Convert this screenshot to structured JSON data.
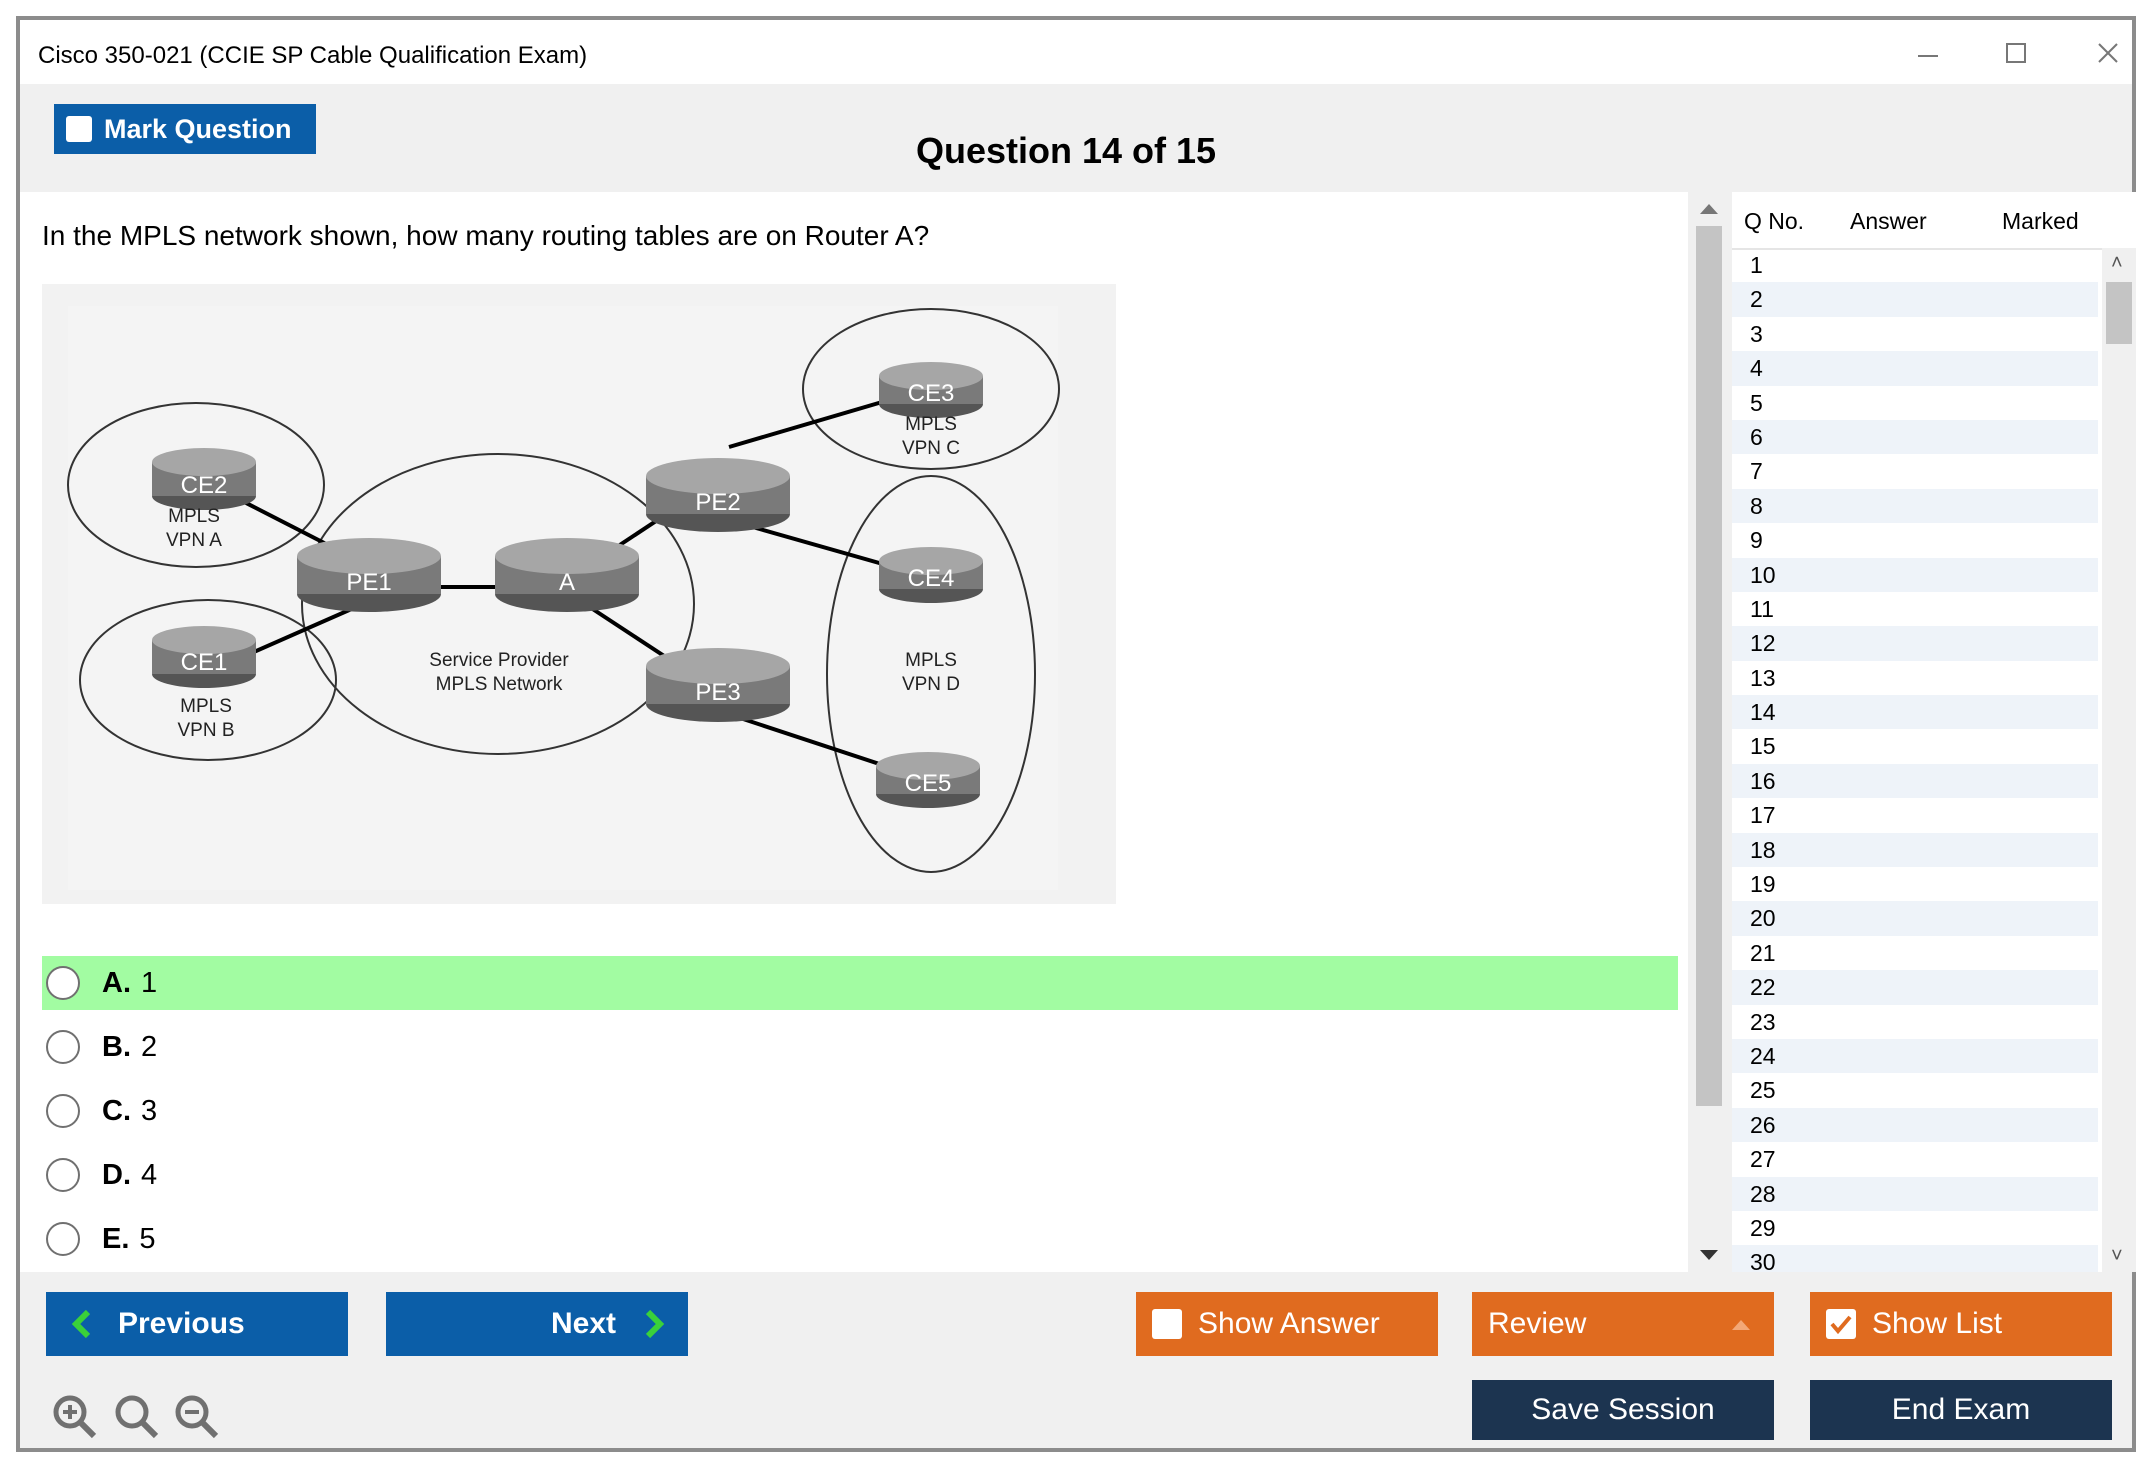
{
  "window": {
    "title": "Cisco 350-021 (CCIE SP Cable Qualification Exam)",
    "controls": [
      "minimize",
      "maximize",
      "close"
    ]
  },
  "header": {
    "mark_label": "Mark Question",
    "question_title": "Question 14 of 15"
  },
  "question": {
    "text": "In the MPLS network shown, how many routing tables are on Router A?",
    "diagram_labels": {
      "ce2": "CE2",
      "ce1": "CE1",
      "ce3": "CE3",
      "ce4": "CE4",
      "ce5": "CE5",
      "pe1": "PE1",
      "pe2": "PE2",
      "pe3": "PE3",
      "a": "A",
      "vpn_a_1": "MPLS",
      "vpn_a_2": "VPN A",
      "vpn_b_1": "MPLS",
      "vpn_b_2": "VPN B",
      "vpn_c_1": "MPLS",
      "vpn_c_2": "VPN C",
      "vpn_d_1": "MPLS",
      "vpn_d_2": "VPN D",
      "sp_1": "Service Provider",
      "sp_2": "MPLS Network"
    },
    "options": [
      {
        "letter": "A.",
        "text": "1",
        "highlighted": true
      },
      {
        "letter": "B.",
        "text": "2",
        "highlighted": false
      },
      {
        "letter": "C.",
        "text": "3",
        "highlighted": false
      },
      {
        "letter": "D.",
        "text": "4",
        "highlighted": false
      },
      {
        "letter": "E.",
        "text": "5",
        "highlighted": false
      }
    ]
  },
  "question_list": {
    "headers": {
      "qno": "Q No.",
      "answer": "Answer",
      "marked": "Marked"
    },
    "rows": [
      "1",
      "2",
      "3",
      "4",
      "5",
      "6",
      "7",
      "8",
      "9",
      "10",
      "11",
      "12",
      "13",
      "14",
      "15",
      "16",
      "17",
      "18",
      "19",
      "20",
      "21",
      "22",
      "23",
      "24",
      "25",
      "26",
      "27",
      "28",
      "29",
      "30"
    ]
  },
  "footer": {
    "previous_label": "Previous",
    "next_label": "Next",
    "show_answer_label": "Show Answer",
    "review_label": "Review",
    "show_list_label": "Show List",
    "save_session_label": "Save Session",
    "end_exam_label": "End Exam",
    "zoom_icons": [
      "zoom-in-icon",
      "zoom-reset-icon",
      "zoom-out-icon"
    ]
  },
  "colors": {
    "accent_blue": "#0b5ea8",
    "orange": "#e06b1f",
    "dark_navy": "#1c3450",
    "correct_green": "#a2fca2"
  }
}
